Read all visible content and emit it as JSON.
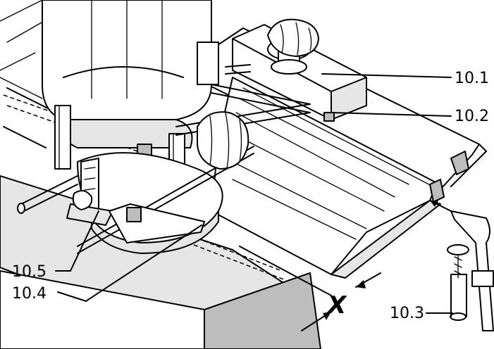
{
  "labels": {
    "l101": "10.1",
    "l102": "10.2",
    "l103": "10.3",
    "l104": "10.4",
    "l105": "10.5",
    "x": "X"
  }
}
